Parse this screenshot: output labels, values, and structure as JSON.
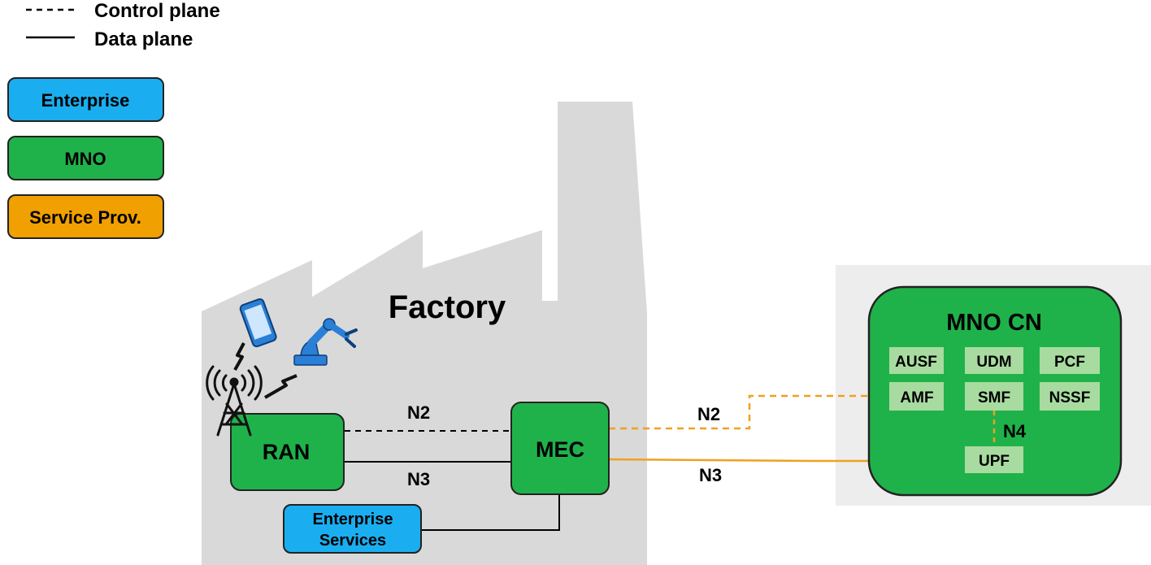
{
  "legend": {
    "control_plane": "Control plane",
    "data_plane": "Data plane"
  },
  "key": {
    "enterprise": "Enterprise",
    "mno": "MNO",
    "service_prov": "Service Prov."
  },
  "factory": {
    "label": "Factory"
  },
  "nodes": {
    "ran": "RAN",
    "mec": "MEC",
    "enterprise_services_line1": "Enterprise",
    "enterprise_services_line2": "Services"
  },
  "links": {
    "n2_local": "N2",
    "n3_local": "N3",
    "n2_remote": "N2",
    "n3_remote": "N3",
    "n4": "N4"
  },
  "core": {
    "title": "MNO CN",
    "functions": [
      "AUSF",
      "UDM",
      "PCF",
      "AMF",
      "SMF",
      "NSSF",
      "UPF"
    ]
  },
  "colors": {
    "enterprise": "#1aaef0",
    "mno": "#20b24a",
    "service_provider": "#f0a000",
    "nf_box": "#a8dba0",
    "factory_gray": "#d9d9d9",
    "core_bg": "#ededed",
    "orange_link": "#f0a020",
    "icon_blue": "#2a7fd6"
  }
}
